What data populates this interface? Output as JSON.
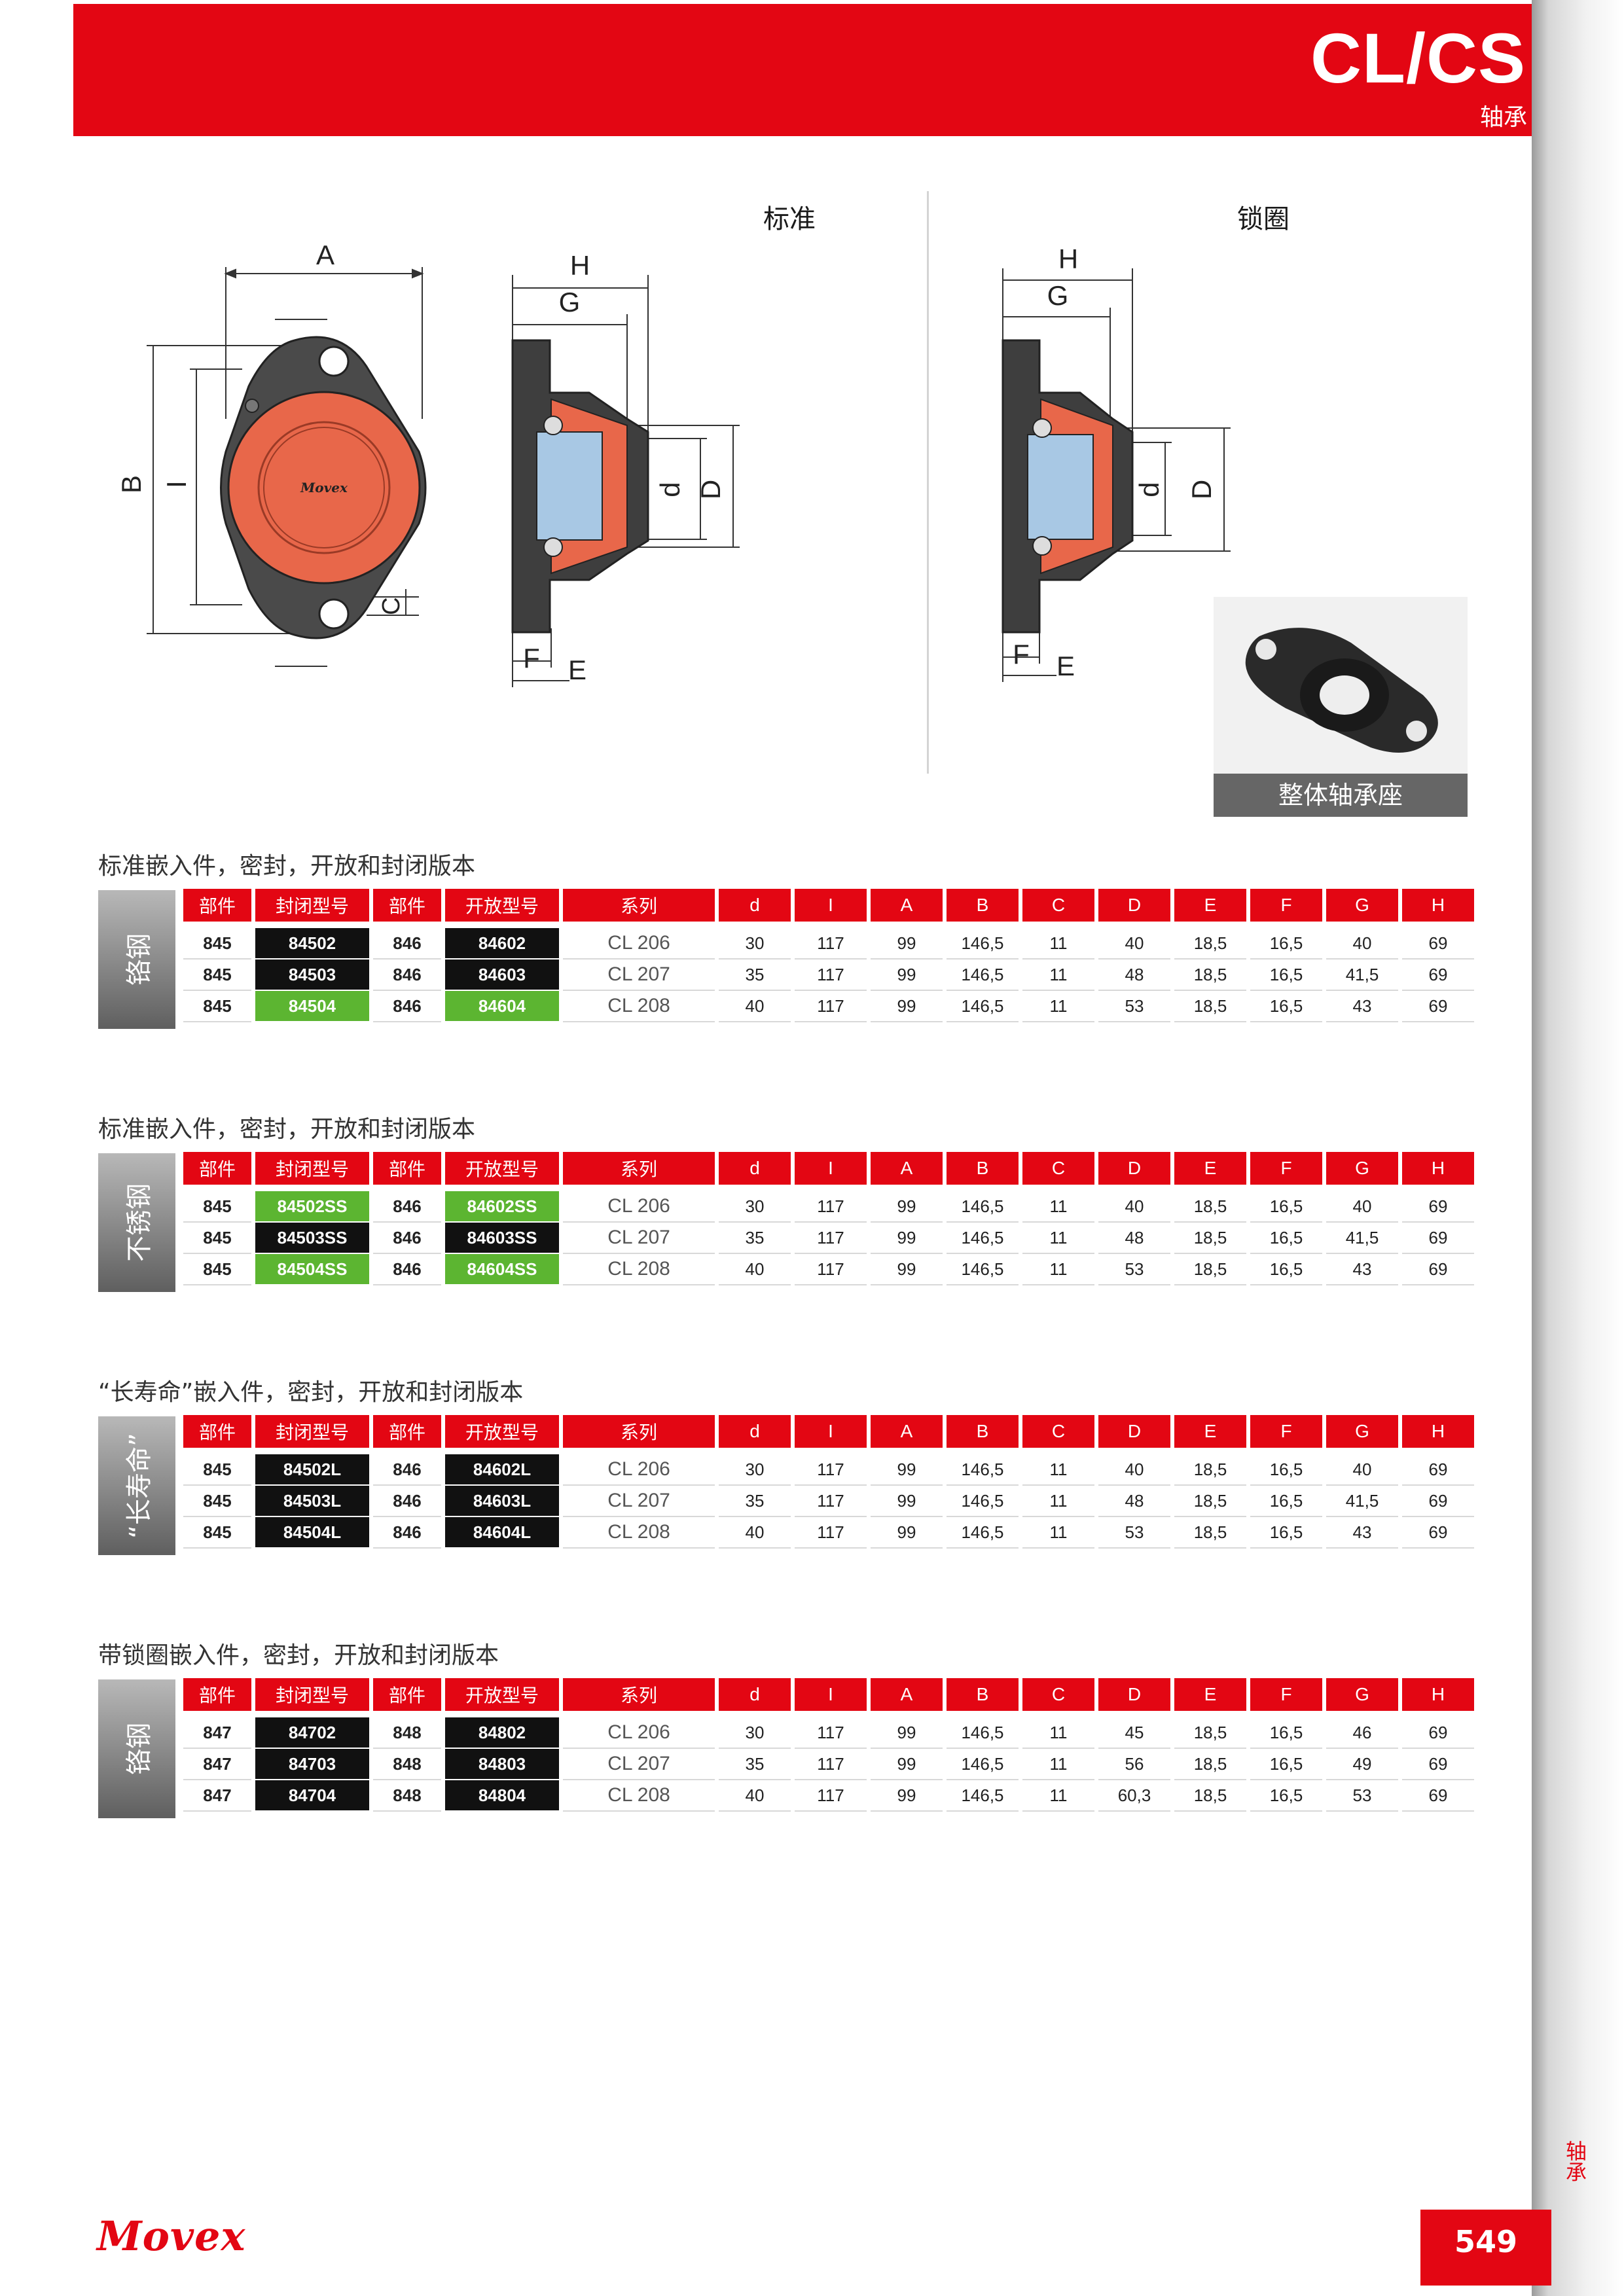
{
  "header": {
    "title": "CL/CS",
    "subtitle": "轴承"
  },
  "diagram": {
    "label_standard": "标准",
    "label_lock": "锁圈",
    "front_labels": {
      "a": "A",
      "b": "B",
      "i": "I",
      "c": "C",
      "brand": "Movex"
    },
    "side_labels": {
      "h": "H",
      "g": "G",
      "d_small": "d",
      "d_big": "D",
      "f": "F",
      "e": "E"
    },
    "lock_labels": {
      "h": "H",
      "g": "G",
      "d_small": "d",
      "d_big": "D",
      "f": "F",
      "e": "E"
    },
    "photo_caption": "整体轴承座"
  },
  "columns": [
    "部件",
    "封闭型号",
    "部件",
    "开放型号",
    "系列",
    "d",
    "I",
    "A",
    "B",
    "C",
    "D",
    "E",
    "F",
    "G",
    "H"
  ],
  "sections": [
    {
      "title": "标准嵌入件，密封，开放和封闭版本",
      "material": "铬钢",
      "rows": [
        {
          "part1": "845",
          "closed": "84502",
          "closed_style": "black",
          "part2": "846",
          "open": "84602",
          "open_style": "black",
          "series": "CL 206",
          "d": "30",
          "I": "117",
          "A": "99",
          "B": "146,5",
          "C": "11",
          "D": "40",
          "E": "18,5",
          "F": "16,5",
          "G": "40",
          "H": "69"
        },
        {
          "part1": "845",
          "closed": "84503",
          "closed_style": "black",
          "part2": "846",
          "open": "84603",
          "open_style": "black",
          "series": "CL 207",
          "d": "35",
          "I": "117",
          "A": "99",
          "B": "146,5",
          "C": "11",
          "D": "48",
          "E": "18,5",
          "F": "16,5",
          "G": "41,5",
          "H": "69"
        },
        {
          "part1": "845",
          "closed": "84504",
          "closed_style": "green",
          "part2": "846",
          "open": "84604",
          "open_style": "green",
          "series": "CL 208",
          "d": "40",
          "I": "117",
          "A": "99",
          "B": "146,5",
          "C": "11",
          "D": "53",
          "E": "18,5",
          "F": "16,5",
          "G": "43",
          "H": "69"
        }
      ]
    },
    {
      "title": "标准嵌入件，密封，开放和封闭版本",
      "material": "不锈钢",
      "rows": [
        {
          "part1": "845",
          "closed": "84502SS",
          "closed_style": "green",
          "part2": "846",
          "open": "84602SS",
          "open_style": "green",
          "series": "CL 206",
          "d": "30",
          "I": "117",
          "A": "99",
          "B": "146,5",
          "C": "11",
          "D": "40",
          "E": "18,5",
          "F": "16,5",
          "G": "40",
          "H": "69"
        },
        {
          "part1": "845",
          "closed": "84503SS",
          "closed_style": "black",
          "part2": "846",
          "open": "84603SS",
          "open_style": "black",
          "series": "CL 207",
          "d": "35",
          "I": "117",
          "A": "99",
          "B": "146,5",
          "C": "11",
          "D": "48",
          "E": "18,5",
          "F": "16,5",
          "G": "41,5",
          "H": "69"
        },
        {
          "part1": "845",
          "closed": "84504SS",
          "closed_style": "green",
          "part2": "846",
          "open": "84604SS",
          "open_style": "green",
          "series": "CL 208",
          "d": "40",
          "I": "117",
          "A": "99",
          "B": "146,5",
          "C": "11",
          "D": "53",
          "E": "18,5",
          "F": "16,5",
          "G": "43",
          "H": "69"
        }
      ]
    },
    {
      "title": "“长寿命”嵌入件，密封，开放和封闭版本",
      "material": "“长寿命”",
      "rows": [
        {
          "part1": "845",
          "closed": "84502L",
          "closed_style": "black",
          "part2": "846",
          "open": "84602L",
          "open_style": "black",
          "series": "CL 206",
          "d": "30",
          "I": "117",
          "A": "99",
          "B": "146,5",
          "C": "11",
          "D": "40",
          "E": "18,5",
          "F": "16,5",
          "G": "40",
          "H": "69"
        },
        {
          "part1": "845",
          "closed": "84503L",
          "closed_style": "black",
          "part2": "846",
          "open": "84603L",
          "open_style": "black",
          "series": "CL 207",
          "d": "35",
          "I": "117",
          "A": "99",
          "B": "146,5",
          "C": "11",
          "D": "48",
          "E": "18,5",
          "F": "16,5",
          "G": "41,5",
          "H": "69"
        },
        {
          "part1": "845",
          "closed": "84504L",
          "closed_style": "black",
          "part2": "846",
          "open": "84604L",
          "open_style": "black",
          "series": "CL 208",
          "d": "40",
          "I": "117",
          "A": "99",
          "B": "146,5",
          "C": "11",
          "D": "53",
          "E": "18,5",
          "F": "16,5",
          "G": "43",
          "H": "69"
        }
      ]
    },
    {
      "title": "带锁圈嵌入件，密封，开放和封闭版本",
      "material": "铬钢",
      "rows": [
        {
          "part1": "847",
          "closed": "84702",
          "closed_style": "black",
          "part2": "848",
          "open": "84802",
          "open_style": "black",
          "series": "CL 206",
          "d": "30",
          "I": "117",
          "A": "99",
          "B": "146,5",
          "C": "11",
          "D": "45",
          "E": "18,5",
          "F": "16,5",
          "G": "46",
          "H": "69"
        },
        {
          "part1": "847",
          "closed": "84703",
          "closed_style": "black",
          "part2": "848",
          "open": "84803",
          "open_style": "black",
          "series": "CL 207",
          "d": "35",
          "I": "117",
          "A": "99",
          "B": "146,5",
          "C": "11",
          "D": "56",
          "E": "18,5",
          "F": "16,5",
          "G": "49",
          "H": "69"
        },
        {
          "part1": "847",
          "closed": "84704",
          "closed_style": "black",
          "part2": "848",
          "open": "84804",
          "open_style": "black",
          "series": "CL 208",
          "d": "40",
          "I": "117",
          "A": "99",
          "B": "146,5",
          "C": "11",
          "D": "60,3",
          "E": "18,5",
          "F": "16,5",
          "G": "53",
          "H": "69"
        }
      ]
    }
  ],
  "footer": {
    "logo": "Movex",
    "page_number": "549",
    "side_label": "轴承"
  },
  "colors": {
    "brand_red": "#e30613",
    "highlight_green": "#5cb531",
    "code_black": "#111111",
    "tab_gray": "#7a7a7a"
  }
}
